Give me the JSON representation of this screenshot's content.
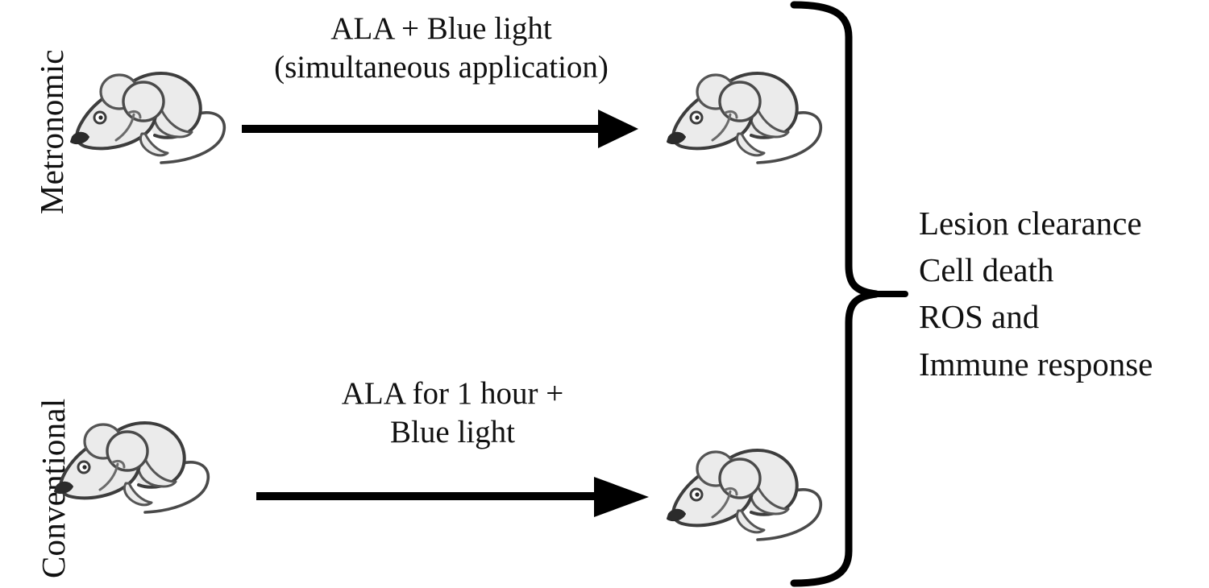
{
  "figure": {
    "type": "experimental-workflow-diagram",
    "background_color": "#ffffff",
    "text_color": "#111111"
  },
  "groups": [
    {
      "id": "metronomic",
      "label": "Metronomic",
      "treatment_lines": [
        "ALA + Blue light",
        "(simultaneous application)"
      ],
      "arrow": {
        "label": "treatment-arrow",
        "color": "#000000",
        "direction": "right"
      },
      "subject_before": "mouse-illustration",
      "subject_after": "mouse-illustration"
    },
    {
      "id": "conventional",
      "label": "Conventional",
      "treatment_lines": [
        "ALA for 1 hour +",
        "Blue light"
      ],
      "arrow": {
        "label": "treatment-arrow",
        "color": "#000000",
        "direction": "right"
      },
      "subject_before": "mouse-illustration",
      "subject_after": "mouse-illustration"
    }
  ],
  "labels": {
    "metronomic": "Metronomic",
    "conventional": "Conventional"
  },
  "captions": {
    "top_line1": "ALA + Blue light",
    "top_line2": "(simultaneous application)",
    "bottom_line1": "ALA for 1 hour +",
    "bottom_line2": "Blue light"
  },
  "brace": {
    "icon": "curly-brace-right",
    "color": "#000000",
    "spans_groups": [
      "metronomic",
      "conventional"
    ]
  },
  "outcomes": {
    "title": "",
    "lines": [
      "Lesion clearance",
      "Cell death",
      "ROS and",
      "Immune response"
    ]
  },
  "mouse": {
    "icon": "mouse-icon",
    "body_fill": "#ebebeb",
    "outline_color": "#595959",
    "head_outline_color": "#3d3d3d",
    "nose_color": "#2b2b2b"
  },
  "colors": {
    "arrow": "#000000",
    "brace": "#000000",
    "text": "#111111",
    "mouse_fill": "#ebebeb",
    "mouse_outline": "#595959"
  }
}
